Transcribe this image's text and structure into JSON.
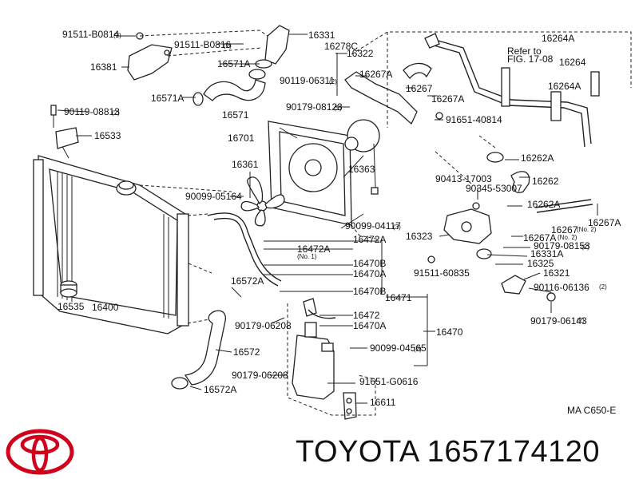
{
  "brand": {
    "name": "TOYOTA",
    "part_number": "1657174120"
  },
  "footer_code": "MA C650-E",
  "callouts": {
    "p91511_b0814": "91511-B0814",
    "p91511_b0816": "91511-B0816",
    "p16331": "16331",
    "p16381": "16381",
    "p16571a_top": "16571A",
    "p16571a_mid": "16571A",
    "p16571": "16571",
    "p90119_08813": "90119-08813",
    "p16533": "16533",
    "p16278c": "16278C",
    "p16322": "16322",
    "p90119_06311": "90119-06311",
    "p16267a_a": "16267A",
    "p16267": "16267",
    "p16267a_b": "16267A",
    "p90179_08123": "90179-08123",
    "p16701": "16701",
    "p91651_40814": "91651-40814",
    "p16264a_top": "16264A",
    "refer_to": "Refer to",
    "fig": "FIG. 17-08",
    "p16264": "16264",
    "p16264a_mid": "16264A",
    "p16361": "16361",
    "p16363": "16363",
    "p90099_05164": "90099-05164",
    "p90099_04117": "90099-04117",
    "p16262a_top": "16262A",
    "p16262": "16262",
    "p90413_17003": "90413-17003",
    "p90345_53007": "90345-53007",
    "p16262a_mid": "16262A",
    "p16267_no2": "16267",
    "p16267a_right": "16267A",
    "p16323": "16323",
    "p16267a_no2": "16267A",
    "p90179_08153": "90179-08153",
    "p16472a_a": "16472A",
    "p16472a_b": "16472A",
    "p16470b": "16470B",
    "p16470a_a": "16470A",
    "p16470b_b": "16470B",
    "p16331a": "16331A",
    "p16325": "16325",
    "p91511_60835": "91511-60835",
    "p16321": "16321",
    "p90116_06136": "90116-06136",
    "p90179_06143": "90179-06143",
    "p16572a_top": "16572A",
    "p16535": "16535",
    "p16400": "16400",
    "p16471": "16471",
    "p90179_06208_a": "90179-06208",
    "p16472": "16472",
    "p16470a_b": "16470A",
    "p16572": "16572",
    "p16470": "16470",
    "p90099_04565": "90099-04565",
    "p90179_06208_b": "90179-06208",
    "p91651_g0616": "91651-G0616",
    "p16572a_bot": "16572A",
    "p16611": "16611"
  },
  "qty": {
    "q2": "(2)",
    "q3": "(3)",
    "no1": "(No. 1)",
    "no2": "(No. 2)"
  },
  "colors": {
    "logo": "#d0021b",
    "ink": "#222222"
  }
}
